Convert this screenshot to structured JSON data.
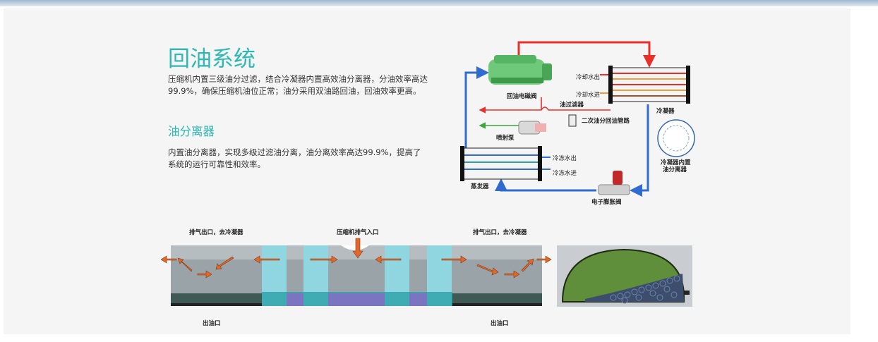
{
  "section": {
    "title": "回油系统",
    "intro": "压缩机内置三级油分过滤，结合冷凝器内置高效油分离器，分油效率高达99.9%，确保压缩机油位正常；油分采用双油路回油，回油效率更高。",
    "subtitle": "油分离器",
    "detail": "内置油分离器，实现多级过滤油分离，油分离效率高达99.9%，提高了系统的运行可靠性和效率。"
  },
  "diagram": {
    "labels": {
      "solenoid": "回油电磁阀",
      "oil_filter": "油过滤器",
      "condenser": "冷凝器",
      "cooling_out": "冷却水出",
      "cooling_in": "冷却水进",
      "secondary": "二次油分回油管路",
      "ejector": "喷射泵",
      "chilled_out": "冷冻水出",
      "chilled_in": "冷冻水进",
      "evaporator": "蒸发器",
      "exv": "电子膨胀阀",
      "sep_line1": "冷凝器内置",
      "sep_line2": "油分离器"
    },
    "colors": {
      "hot": "#e8302a",
      "cold": "#2f6bd0",
      "oil": "#3da63d",
      "accent": "#2eb8b4"
    }
  },
  "separator": {
    "exhaust_left": "排气出口，去冷凝器",
    "inlet": "压缩机排气入口",
    "exhaust_right": "排气出口，去冷凝器",
    "oil_out_left": "出油口",
    "oil_out_right": "出油口"
  }
}
